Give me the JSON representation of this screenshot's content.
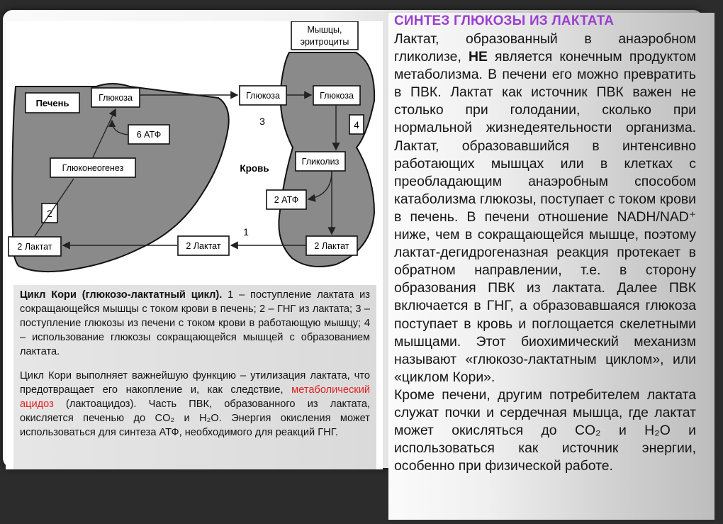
{
  "diagram": {
    "liver_label": "Печень",
    "muscle_label_1": "Мышцы,",
    "muscle_label_2": "эритроциты",
    "blood_label": "Кровь",
    "glucose_liver": "Глюкоза",
    "glucose_blood": "Глюкоза",
    "glucose_muscle": "Глюкоза",
    "atp6": "6 АТФ",
    "gluconeogenesis": "Глюконеогенез",
    "glycolysis": "Гликолиз",
    "atp2": "2 АТФ",
    "lactate_liver": "2 Лактат",
    "lactate_blood": "2 Лактат",
    "lactate_muscle": "2 Лактат",
    "num1": "1",
    "num2": "2",
    "num3": "3",
    "num4": "4"
  },
  "caption": {
    "title": "Цикл Кори (глюкозо-лактатный цикл).",
    "text1": " 1 – поступление лактата из сокращающейся мышцы с током крови в печень; 2 – ГНГ из лактата; 3 – поступление глюкозы из печени с током крови в работающую мышцу; 4 – использование глюкозы сокращающейся мышцей с образованием лактата.",
    "p2_a": "Цикл Кори выполняет важнейшую функцию – утилизация лактата, что предотвращает его накопление и, как следствие, ",
    "p2_red": "метаболический ацидоз",
    "p2_b": " (лактоацидоз). Часть ПВК, образованного из лактата, окисляется печенью до CO₂ и H₂O. Энергия окисления может использоваться для синтеза АТФ, необходимого для реакций ГНГ."
  },
  "right": {
    "title": "СИНТЕЗ ГЛЮКОЗЫ ИЗ ЛАКТАТА",
    "p1_a": "Лактат, образованный в анаэробном гликолизе, ",
    "p1_bold": "НЕ",
    "p1_b": " является конечным продуктом метаболизма. В печени его можно превратить в ПВК. Лактат как источник ПВК важен не столько при голодании, сколько при нормальной жизнедеятельности организма. Лактат, образовавшийся в интенсивно работающих мышцах или в клетках с преобладающим анаэробным способом катаболизма глюкозы, поступает с током крови в печень. В печени отношение NADH/NAD⁺ ниже, чем в сокращающейся мышце, поэтому лактат-дегидрогеназная реакция протекает в обратном направлении, т.е. в сторону образования ПВК из лактата. Далее ПВК включается в ГНГ, а образовавшаяся глюкоза поступает в кровь и поглощается скелетными мышцами. Этот биохимический механизм называют «глюкозо-лактатным циклом», или «циклом Кори».",
    "p2": "Кроме печени, другим потребителем лактата служат почки и сердечная мышца, где лактат может окисляться до CO₂ и H₂O и использоваться как источник энергии, особенно при физической работе."
  }
}
